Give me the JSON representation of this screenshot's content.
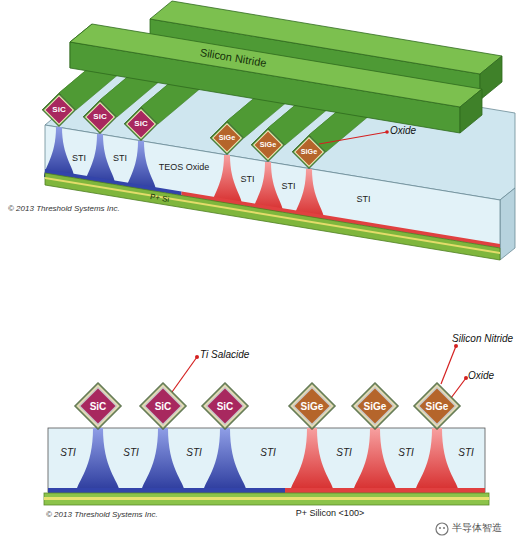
{
  "diagram": {
    "nodes": [
      {
        "text": [
          "SiC"
        ]
      },
      {
        "text": [
          "SiC"
        ]
      },
      {
        "text": [
          "SiC"
        ]
      },
      {
        "text": [
          "SiGe"
        ]
      },
      {
        "text": [
          "SiGe"
        ]
      },
      {
        "text": [
          "SiGe"
        ]
      },
      {
        "text": [
          "SiC"
        ]
      },
      {
        "text": [
          "SiC"
        ]
      },
      {
        "text": [
          "SiC"
        ]
      },
      {
        "text": [
          "SiGe"
        ]
      },
      {
        "text": [
          "SiGe"
        ]
      },
      {
        "text": [
          "SiGe"
        ]
      }
    ],
    "labels": [
      "Silicon Nitride",
      "STI",
      "STI",
      "TEOS Oxide",
      "Oxide",
      "STI",
      "STI",
      "STI",
      "P+ Si",
      "© 2013 Threshold Systems Inc.",
      "Ti Salacide",
      "Silicon Nitride",
      "Oxide",
      "STI",
      "STI",
      "STI",
      "STI",
      "STI",
      "STI",
      "STI",
      "P+ Silicon <100>",
      "© 2013 Threshold Systems Inc.",
      "半导体智造"
    ]
  }
}
